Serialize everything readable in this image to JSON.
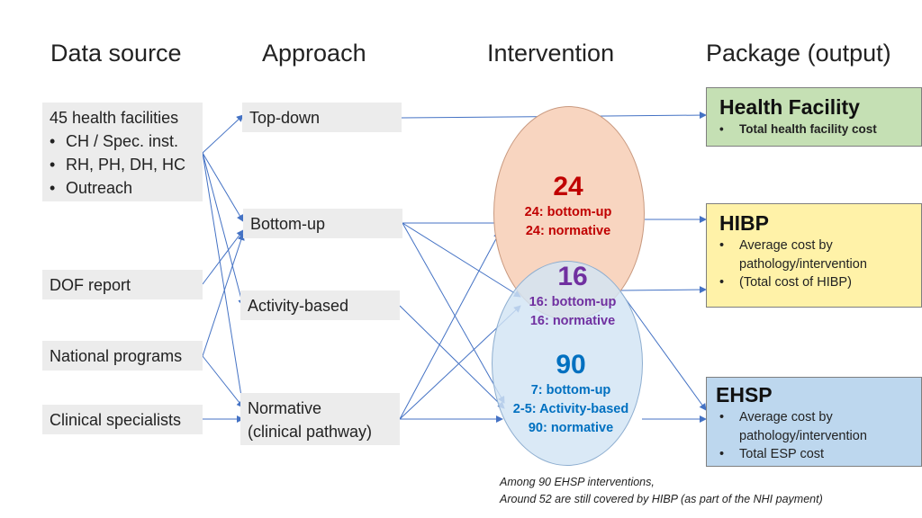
{
  "headers": {
    "data_source": "Data source",
    "approach": "Approach",
    "intervention": "Intervention",
    "package": "Package (output)"
  },
  "sources": {
    "facilities": {
      "title": "45 health facilities",
      "items": [
        "CH / Spec. inst.",
        "RH, PH, DH, HC",
        "Outreach"
      ]
    },
    "dof": "DOF report",
    "national": "National programs",
    "clinical": "Clinical specialists"
  },
  "approaches": {
    "top_down": "Top-down",
    "bottom_up": "Bottom-up",
    "activity": "Activity-based",
    "normative": [
      "Normative",
      "(clinical pathway)"
    ]
  },
  "interventions": {
    "hibp": {
      "count": "24",
      "line1": "24: bottom-up",
      "line2": "24: normative",
      "color": "#c00000",
      "fill": "#f8d5c0"
    },
    "overlap": {
      "count": "16",
      "line1": "16: bottom-up",
      "line2": "16: normative",
      "color": "#7030a0"
    },
    "ehsp": {
      "count": "90",
      "line1": "7: bottom-up",
      "line2": "2-5: Activity-based",
      "line3": "90: normative",
      "color": "#0070c0",
      "fill": "#dce9f5"
    }
  },
  "packages": {
    "health_facility": {
      "title": "Health Facility",
      "items": [
        "Total health facility cost"
      ],
      "color": "#c5e0b4"
    },
    "hibp": {
      "title": "HIBP",
      "items": [
        "Average cost by pathology/intervention",
        "(Total cost of HIBP)"
      ],
      "color": "#fff2a8"
    },
    "ehsp": {
      "title": "EHSP",
      "items": [
        "Average cost by pathology/intervention",
        "Total ESP cost"
      ],
      "color": "#bdd7ee"
    }
  },
  "note": {
    "line1": "Among 90 EHSP interventions,",
    "line2": "Around 52 are still covered by HIBP (as part of the NHI payment)"
  },
  "colors": {
    "arrow": "#4472c4"
  }
}
